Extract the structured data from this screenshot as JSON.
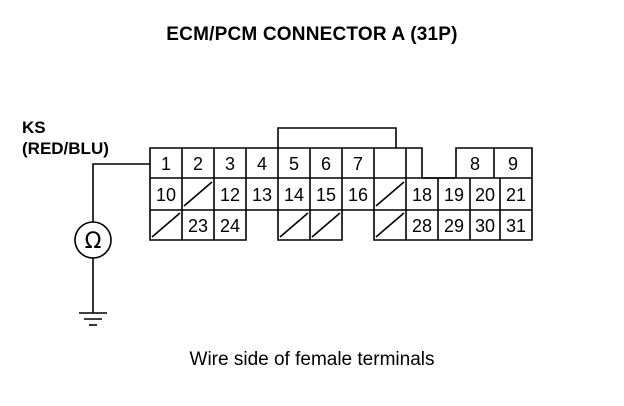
{
  "title": "ECM/PCM CONNECTOR A (31P)",
  "caption": "Wire side of female terminals",
  "wire": {
    "name": "KS",
    "color": "(RED/BLU)"
  },
  "meter_symbol": "Ω",
  "connector": {
    "rows": [
      [
        "1",
        "2",
        "3",
        "4",
        "5",
        "6",
        "7",
        "",
        "8",
        "9"
      ],
      [
        "10",
        "",
        "12",
        "13",
        "14",
        "15",
        "16",
        "",
        "18",
        "19",
        "20",
        "21"
      ],
      [
        "",
        "23",
        "24",
        "",
        "",
        "",
        "28",
        "29",
        "30",
        "31"
      ]
    ]
  }
}
